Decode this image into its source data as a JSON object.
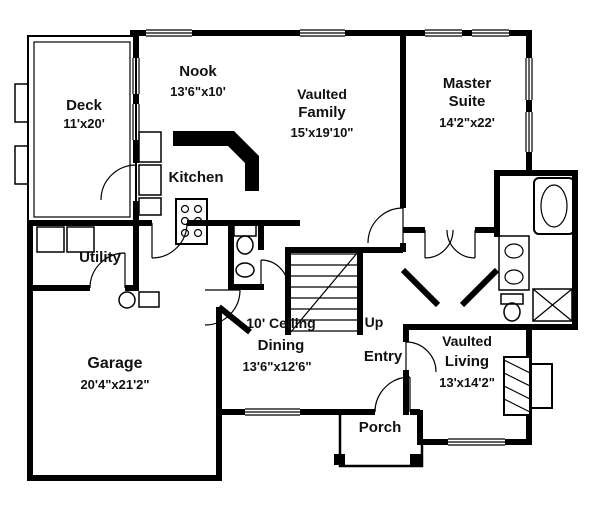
{
  "colors": {
    "ink": "#000000",
    "paper": "#ffffff"
  },
  "plan": {
    "deck": {
      "name": "Deck",
      "dims": "11'x20'"
    },
    "nook": {
      "name": "Nook",
      "dims": "13'6\"x10'"
    },
    "family": {
      "prefix": "Vaulted",
      "name": "Family",
      "dims": "15'x19'10\""
    },
    "master": {
      "name_line1": "Master",
      "name_line2": "Suite",
      "dims": "14'2\"x22'"
    },
    "kitchen": {
      "name": "Kitchen"
    },
    "utility": {
      "name": "Utility"
    },
    "garage": {
      "name": "Garage",
      "dims": "20'4\"x21'2\""
    },
    "dining": {
      "note": "10' Ceiling",
      "name": "Dining",
      "dims": "13'6\"x12'6\""
    },
    "stairs": {
      "label": "Up"
    },
    "entry": {
      "name": "Entry"
    },
    "living": {
      "prefix": "Vaulted",
      "name": "Living",
      "dims": "13'x14'2\""
    },
    "porch": {
      "name": "Porch"
    }
  }
}
